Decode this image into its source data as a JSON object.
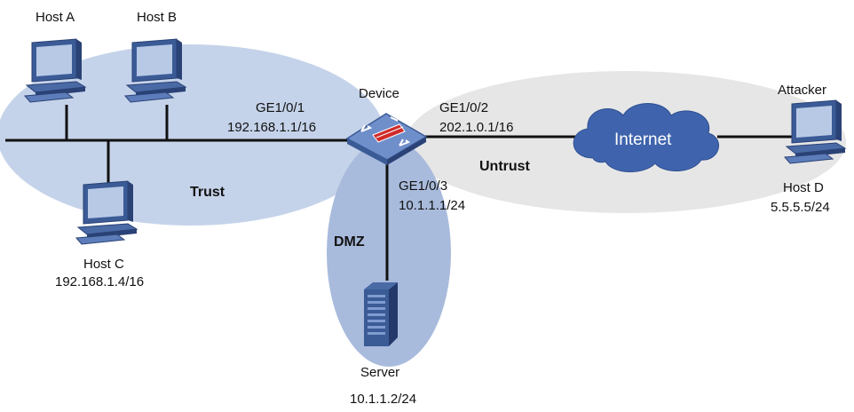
{
  "zones": {
    "trust": {
      "label": "Trust",
      "color": "#c5d3ea"
    },
    "untrust": {
      "label": "Untrust",
      "color": "#e6e6e6"
    },
    "dmz": {
      "label": "DMZ",
      "color": "#a9bbdc"
    }
  },
  "device": {
    "name": "Device",
    "interfaces": {
      "ge1": {
        "name": "GE1/0/1",
        "ip": "192.168.1.1/16"
      },
      "ge2": {
        "name": "GE1/0/2",
        "ip": "202.1.0.1/16"
      },
      "ge3": {
        "name": "GE1/0/3",
        "ip": "10.1.1.1/24"
      }
    }
  },
  "hosts": {
    "a": {
      "name": "Host A"
    },
    "b": {
      "name": "Host B"
    },
    "c": {
      "name": "Host C",
      "ip": "192.168.1.4/16"
    },
    "d": {
      "role": "Attacker",
      "name": "Host D",
      "ip": "5.5.5.5/24"
    }
  },
  "server": {
    "name": "Server",
    "ip": "10.1.1.2/24"
  },
  "cloud": {
    "label": "Internet",
    "color": "#3f64ad"
  },
  "icons": {
    "pc": "pc-icon",
    "firewall": "firewall-icon",
    "server": "server-icon",
    "cloud": "cloud-icon"
  }
}
